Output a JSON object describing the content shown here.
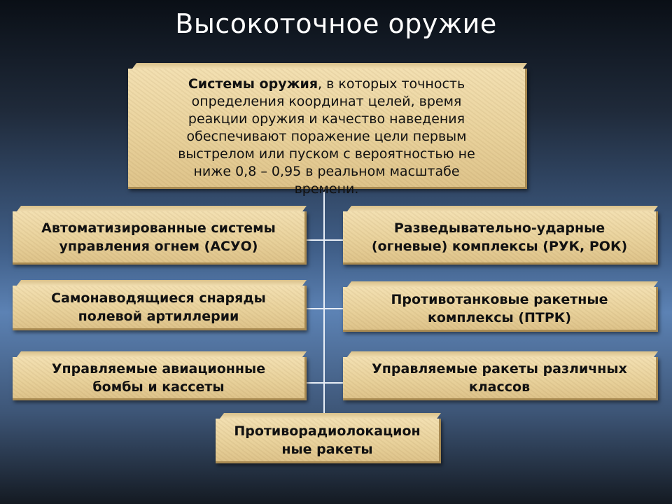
{
  "title": "Высокоточное оружие",
  "definition": {
    "term": "Системы оружия",
    "lines": [
      ", в которых точность",
      "определения координат целей, время",
      "реакции оружия и качество наведения",
      "обеспечивают поражение цели первым",
      "выстрелом или пуском с вероятностью не",
      "ниже 0,8 – 0,95 в реальном масштабе",
      "времени."
    ]
  },
  "left_boxes": [
    [
      "Автоматизированные системы",
      "управления огнем (АСУО)"
    ],
    [
      "Самонаводящиеся снаряды",
      "полевой артиллерии"
    ],
    [
      "Управляемые авиационные",
      "бомбы и кассеты"
    ]
  ],
  "right_boxes": [
    [
      "Разведывательно-ударные",
      "(огневые) комплексы  (РУК, РОК)"
    ],
    [
      "Противотанковые ракетные",
      "комплексы (ПТРК)"
    ],
    [
      "Управляемые ракеты различных",
      "классов"
    ]
  ],
  "bottom_box": [
    "Противорадиолокацион",
    "ные ракеты"
  ]
}
